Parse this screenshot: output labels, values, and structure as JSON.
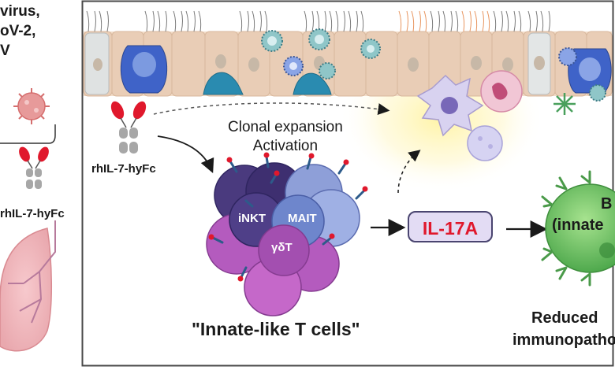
{
  "left_panel": {
    "title_lines": [
      "virus,",
      "oV-2,",
      "V"
    ],
    "drug_label": "rhIL-7-hyFc"
  },
  "main_panel": {
    "drug_label": "rhIL-7-hyFc",
    "process_lines": [
      "Clonal expansion",
      "Activation"
    ],
    "cell_labels": {
      "inkt": "iNKT",
      "mait": "MAIT",
      "gdt": "γδT"
    },
    "cytokine": "IL-17A",
    "cluster_caption": "\"Innate-like T cells\"",
    "b_cell_lines": [
      "B",
      "(innate"
    ],
    "outcome_lines": [
      "Reduced",
      "immunopatho"
    ]
  },
  "colors": {
    "cytokine_text": "#e0182c",
    "cytokine_box": "#e3dcf4",
    "panel_border": "#4a4a4a",
    "drug_red": "#e0182c",
    "drug_grey": "#a7a7a7",
    "t_cell_purple": "#5e4a8e",
    "t_cell_magenta": "#b45bbe",
    "b_cell_green": "#6cc26a",
    "neutrophil_pink": "#e8a1b8"
  }
}
